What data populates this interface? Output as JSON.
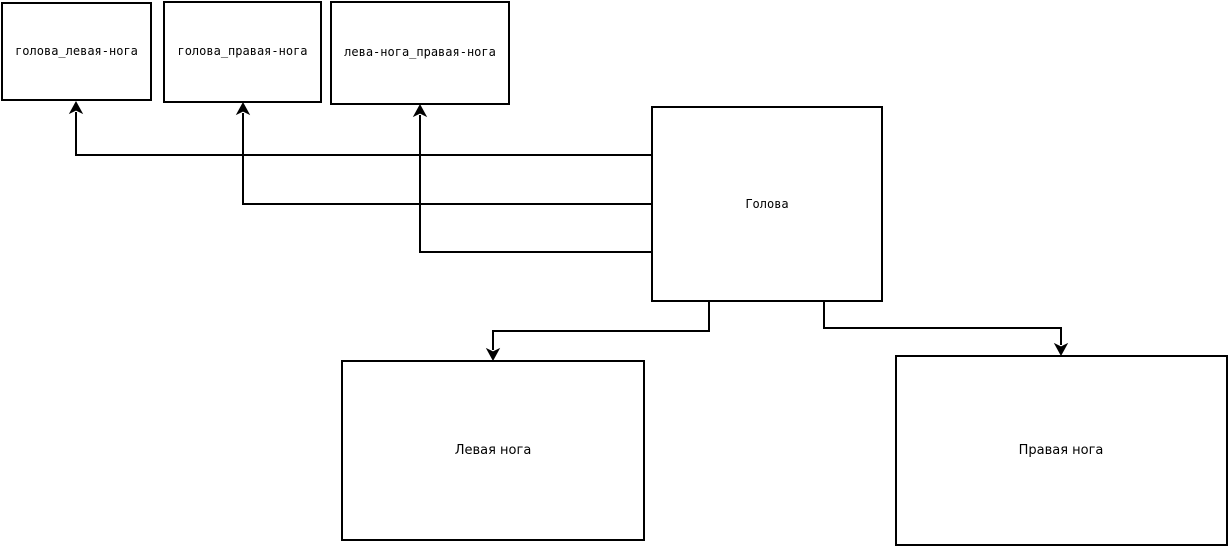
{
  "diagram": {
    "nodes": {
      "head": {
        "label": "Голова"
      },
      "left_leg": {
        "label": "Левая нога"
      },
      "right_leg": {
        "label": "Правая нога"
      },
      "head_left_leg": {
        "label": "голова_левая-нога"
      },
      "head_right_leg": {
        "label": "голова_правая-нога"
      },
      "left_leg_right_leg": {
        "label": "лева-нога_правая-нога"
      }
    },
    "edges": [
      {
        "from": "head",
        "to": "head_left_leg"
      },
      {
        "from": "head",
        "to": "head_right_leg"
      },
      {
        "from": "head",
        "to": "left_leg_right_leg"
      },
      {
        "from": "head",
        "to": "left_leg"
      },
      {
        "from": "head",
        "to": "right_leg"
      }
    ],
    "colors": {
      "stroke": "#000000",
      "background": "#ffffff"
    }
  }
}
